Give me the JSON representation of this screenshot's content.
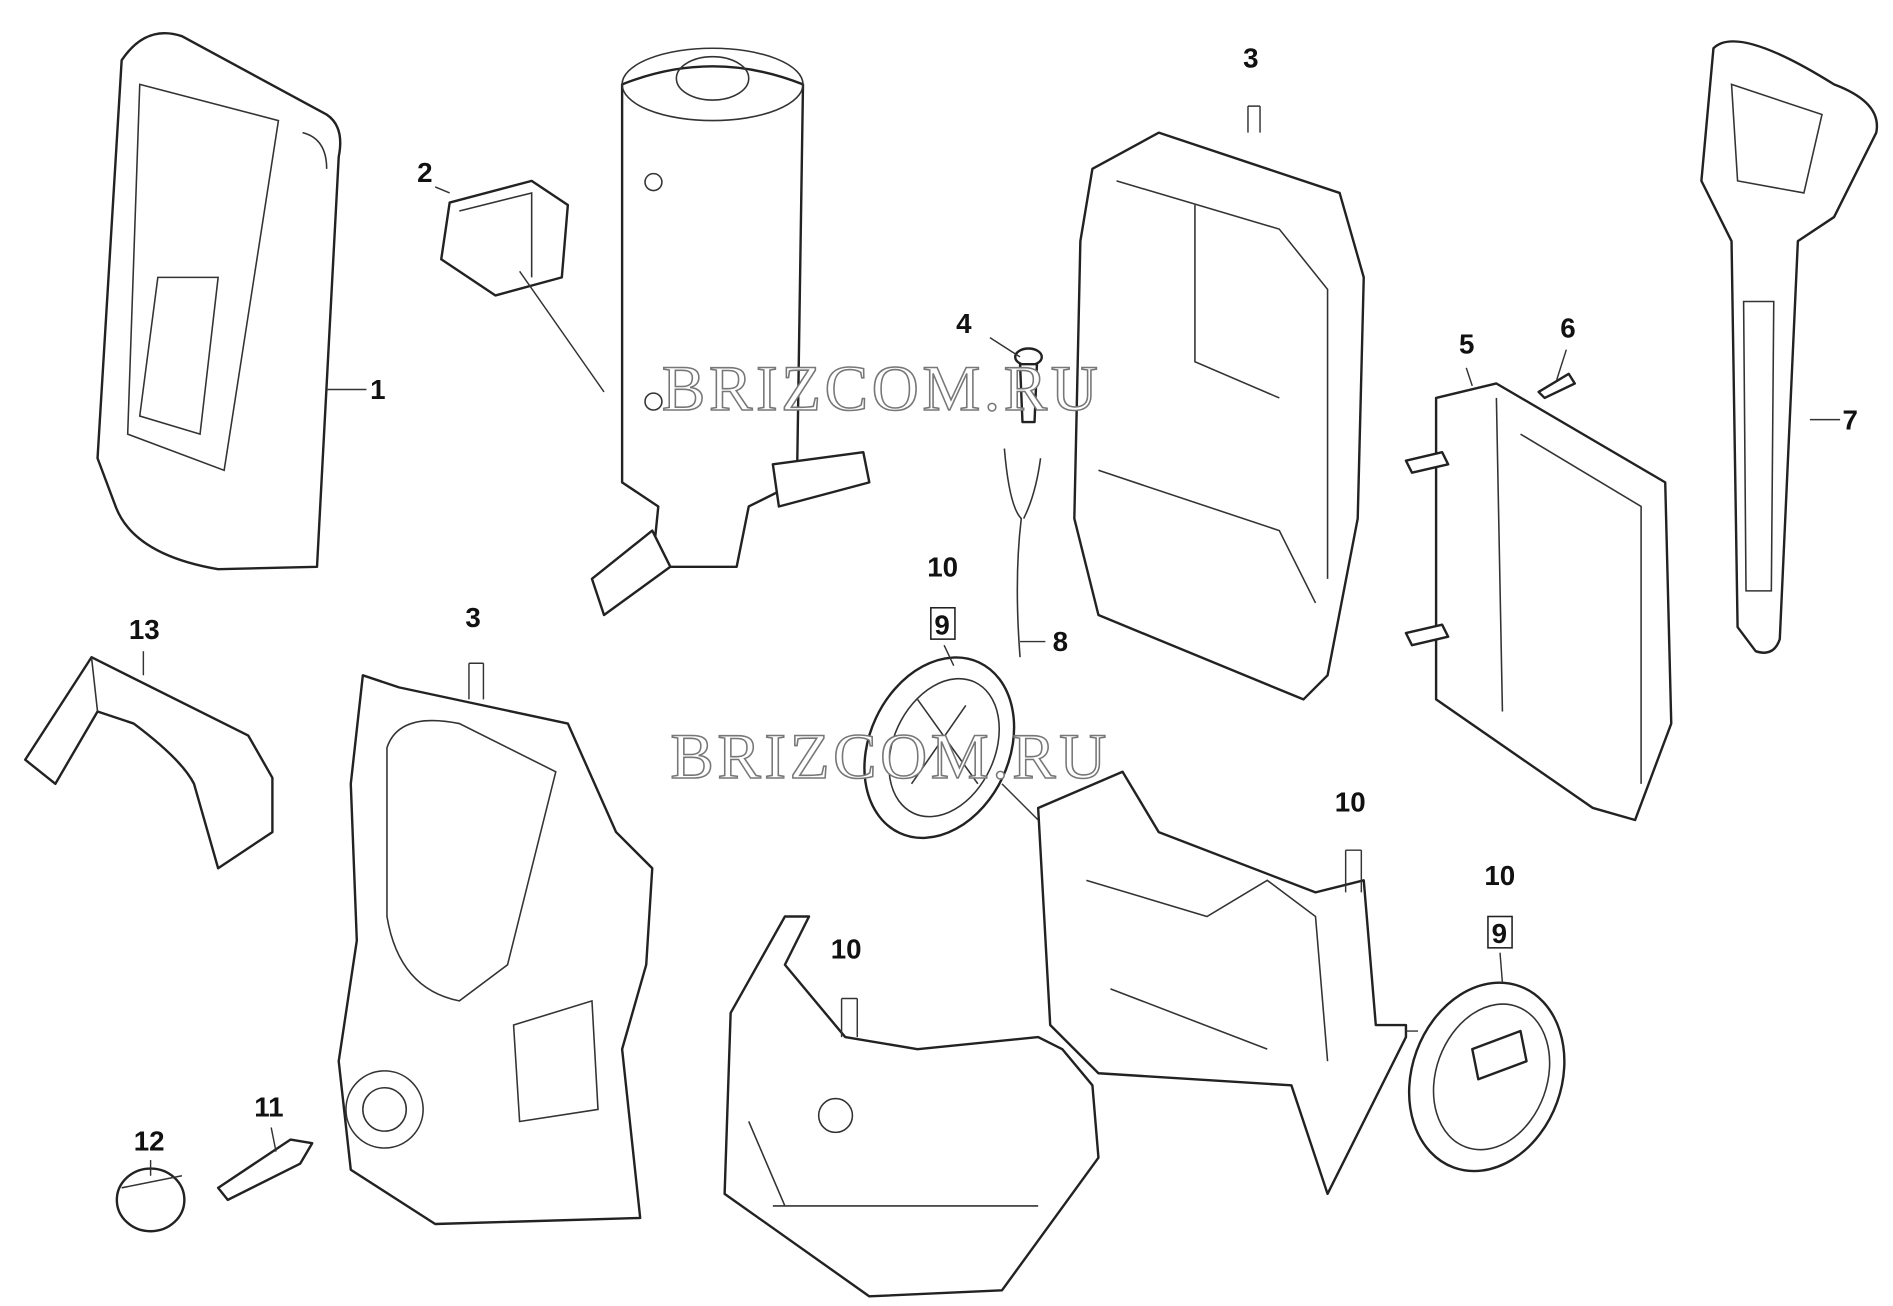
{
  "diagram": {
    "callouts": [
      {
        "id": "c1",
        "label": "1"
      },
      {
        "id": "c2",
        "label": "2"
      },
      {
        "id": "c3a",
        "label": "3"
      },
      {
        "id": "c4",
        "label": "4"
      },
      {
        "id": "c5",
        "label": "5"
      },
      {
        "id": "c6",
        "label": "6"
      },
      {
        "id": "c7",
        "label": "7"
      },
      {
        "id": "c8",
        "label": "8"
      },
      {
        "id": "c10a",
        "label": "10",
        "sub": "9"
      },
      {
        "id": "c13",
        "label": "13"
      },
      {
        "id": "c3b",
        "label": "3"
      },
      {
        "id": "c10b",
        "label": "10"
      },
      {
        "id": "c10c",
        "label": "10",
        "sub": "9"
      },
      {
        "id": "c10d",
        "label": "10"
      },
      {
        "id": "c11",
        "label": "11"
      },
      {
        "id": "c12",
        "label": "12"
      }
    ],
    "watermark": "BRIZCOM.RU"
  }
}
